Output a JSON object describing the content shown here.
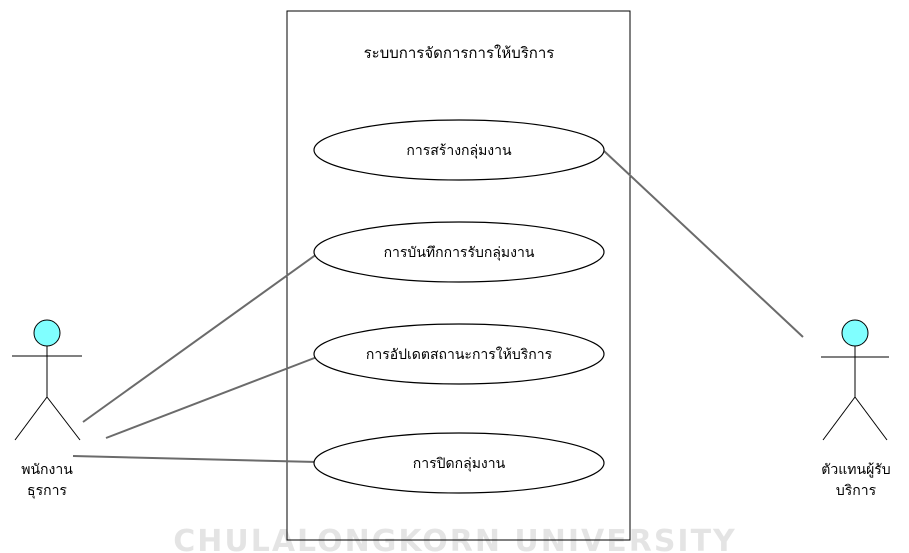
{
  "system": {
    "title": "ระบบการจัดการการให้บริการ"
  },
  "use_cases": [
    {
      "id": "uc1",
      "label": "การสร้างกลุ่มงาน"
    },
    {
      "id": "uc2",
      "label": "การบันทึกการรับกลุ่มงาน"
    },
    {
      "id": "uc3",
      "label": "การอัปเดตสถานะการให้บริการ"
    },
    {
      "id": "uc4",
      "label": "การปิดกลุ่มงาน"
    }
  ],
  "actors": [
    {
      "id": "clerk",
      "label_line1": "พนักงาน",
      "label_line2": "ธุรการ"
    },
    {
      "id": "client_rep",
      "label_line1": "ตัวแทนผู้รับ",
      "label_line2": "บริการ"
    }
  ],
  "watermark": {
    "text": "CHULALONGKORN UNIVERSITY"
  },
  "colors": {
    "actor_head_fill": "#80ffff",
    "line": "#6b6b6b",
    "stroke": "#000000"
  }
}
